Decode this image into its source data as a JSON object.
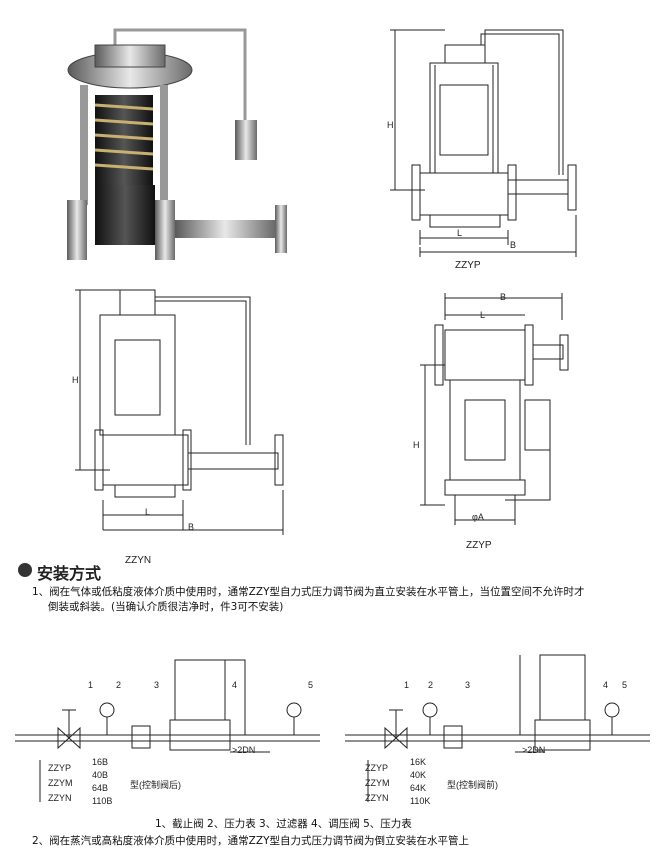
{
  "figures": {
    "top_right_caption": "ZZYP",
    "mid_left_caption": "ZZYN",
    "mid_right_caption": "ZZYP",
    "dim_H": "H",
    "dim_L": "L",
    "dim_B": "B",
    "dim_phiA": "φA"
  },
  "section": {
    "title": "安装方式",
    "para1_line1": "1、阀在气体或低粘度液体介质中使用时，通常ZZY型自力式压力调节阀为直立安装在水平管上，当位置空间不允许时才",
    "para1_line2": "倒装或斜装。(当确认介质很洁净时，件3可不安装)",
    "legend": "1、截止阀 2、压力表 3、过滤器 4、调压阀 5、压力表",
    "para2": "2、阀在蒸汽或高粘度液体介质中使用时，通常ZZY型自力式压力调节阀为倒立安装在水平管上"
  },
  "diagram_left": {
    "numbers": [
      "1",
      "2",
      "3",
      "4",
      "5"
    ],
    "dim": ">2DN",
    "models": [
      "ZZYP",
      "ZZYM",
      "ZZYN"
    ],
    "pressures": [
      "16B",
      "40B",
      "64B",
      "110B"
    ],
    "note": "型(控制阀后)"
  },
  "diagram_right": {
    "numbers": [
      "1",
      "2",
      "3",
      "4",
      "5"
    ],
    "dim": ">2DN",
    "models": [
      "ZZYP",
      "ZZYM",
      "ZZYN"
    ],
    "pressures": [
      "16K",
      "40K",
      "64K",
      "110K"
    ],
    "note": "型(控制阀前)"
  }
}
